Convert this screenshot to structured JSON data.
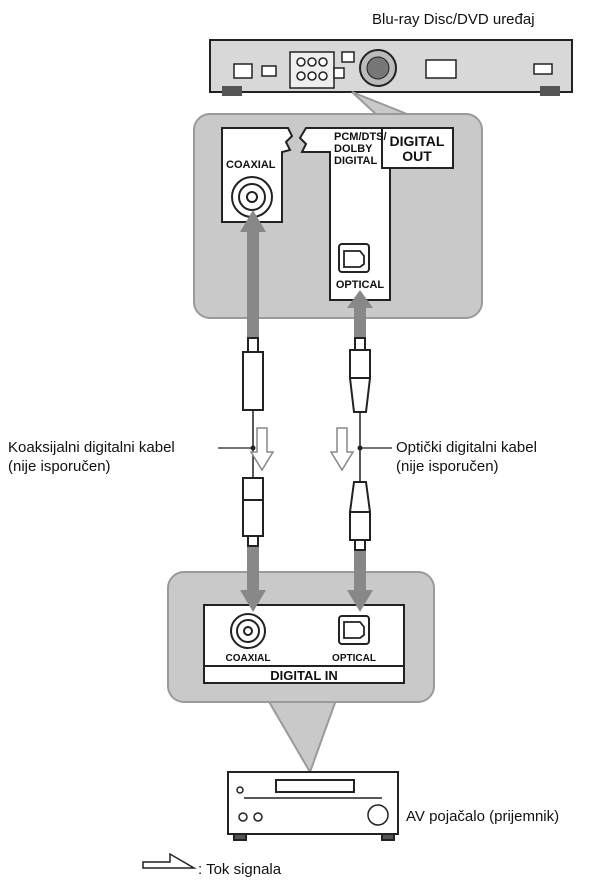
{
  "player": {
    "label": "Blu-ray Disc/DVD uređaj"
  },
  "player_panel": {
    "coaxial": "COAXIAL",
    "pcm_line1": "PCM/DTS/",
    "pcm_line2": "DOLBY",
    "pcm_line3": "DIGITAL",
    "digital_out_line1": "DIGITAL",
    "digital_out_line2": "OUT",
    "optical": "OPTICAL"
  },
  "cables": {
    "coaxial_line1": "Koaksijalni digitalni kabel",
    "coaxial_line2": "(nije isporučen)",
    "optical_line1": "Optički digitalni kabel",
    "optical_line2": "(nije isporučen)"
  },
  "amp_panel": {
    "coaxial": "COAXIAL",
    "optical": "OPTICAL",
    "digital_in": "DIGITAL IN"
  },
  "amplifier": {
    "label": "AV pojačalo (prijemnik)"
  },
  "legend": {
    "label": ": Tok signala"
  }
}
